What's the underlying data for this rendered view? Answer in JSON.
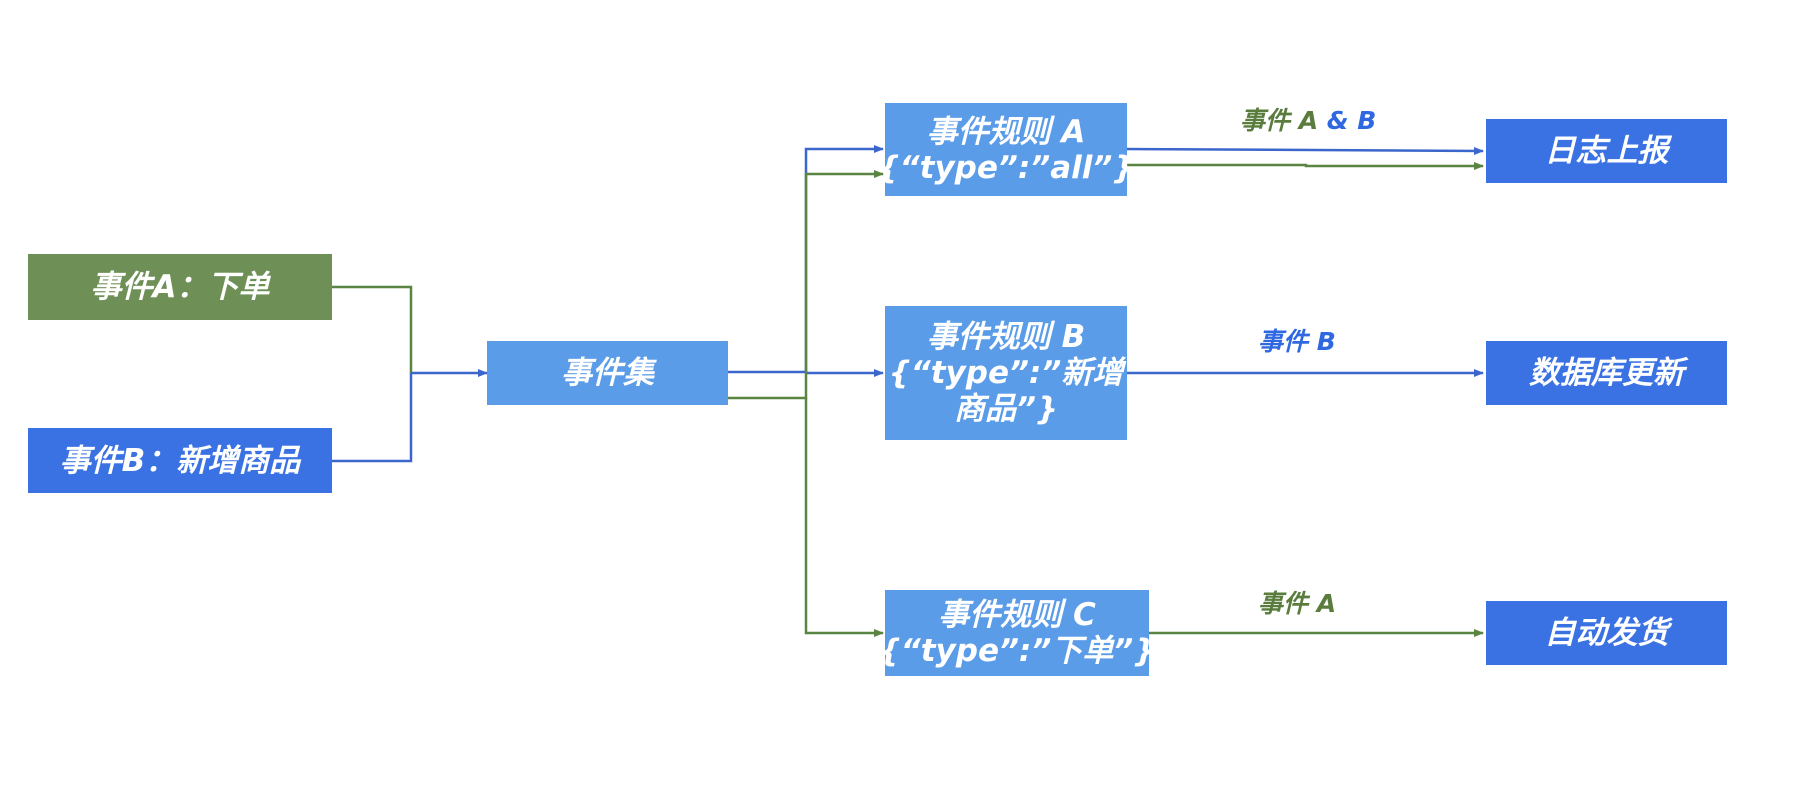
{
  "colors": {
    "green_node": "#6e8f55",
    "blue_node": "#3a72e4",
    "light_blue_node": "#5b9ce9",
    "green_line": "#5a8441",
    "blue_line": "#3b66cc",
    "label_green": "#5a7d3e",
    "label_blue": "#2f68e0"
  },
  "nodes": {
    "event_a": {
      "text": "事件A：下单"
    },
    "event_b": {
      "text": "事件B：新增商品"
    },
    "event_set": {
      "text": "事件集"
    },
    "rule_a": {
      "line1": "事件规则 A",
      "line2": "{“type”:”all”}"
    },
    "rule_b": {
      "line1": "事件规则 B",
      "line2": "{“type”:”新增",
      "line3": "商品”}"
    },
    "rule_c": {
      "line1": "事件规则 C",
      "line2": "{“type”:”下单”}"
    },
    "log_report": {
      "text": "日志上报"
    },
    "db_update": {
      "text": "数据库更新"
    },
    "auto_ship": {
      "text": "自动发货"
    }
  },
  "edge_labels": {
    "rule_a_out": {
      "part1": "事件 A",
      "part2": " & B"
    },
    "rule_b_out": "事件 B",
    "rule_c_out": "事件 A"
  }
}
